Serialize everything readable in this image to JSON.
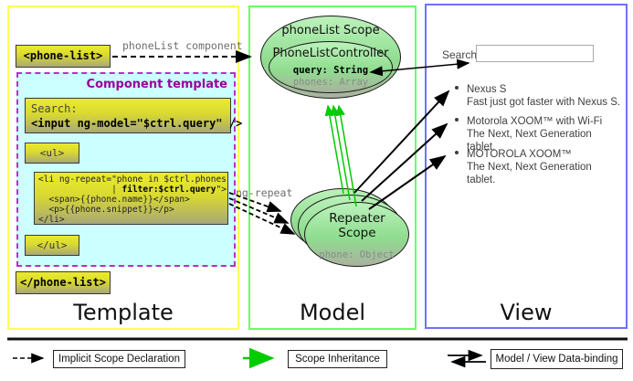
{
  "panels": {
    "template_label": "Template",
    "model_label": "Model",
    "view_label": "View"
  },
  "template": {
    "phone_list_open": "<phone-list>",
    "phone_list_close": "</phone-list>",
    "component_template_label": "Component template",
    "search_box": {
      "line1": "Search:",
      "line2": "<input ng-model=\"$ctrl.query\" />"
    },
    "ul_open": "<ul>",
    "ul_close": "</ul>",
    "li_box": {
      "line1": "<li ng-repeat=\"phone in $ctrl.phones",
      "line2_pre": "              | ",
      "line2_bold": "filter:$ctrl.query",
      "line2_post": "\">",
      "line3": "  <span>{{phone.name}}</span>",
      "line4": "  <p>{{phone.snippet}}</p>",
      "line5": "</li>"
    }
  },
  "model": {
    "scope_label": "phoneList Scope",
    "controller_label": "PhoneListController",
    "query_prop": "query: String",
    "phones_prop": "phones: Array",
    "repeater_label": "Repeater Scope",
    "phone_prop": "phone: Object"
  },
  "view": {
    "search_label": "Search:",
    "search_value": "",
    "items": [
      {
        "title": "Nexus S",
        "snippet": "Fast just got faster with Nexus S."
      },
      {
        "title": "Motorola XOOM™ with Wi-Fi",
        "snippet": "The Next, Next Generation tablet."
      },
      {
        "title": "MOTOROLA XOOM™",
        "snippet": "The Next, Next Generation tablet."
      }
    ]
  },
  "annotations": {
    "phonelist_component": "phoneList component",
    "ng_repeat": "ng-repeat"
  },
  "legend": {
    "implicit": "Implicit Scope Declaration",
    "inheritance": "Scope Inheritance",
    "databinding": "Model / View Data-binding"
  },
  "colors": {
    "template_border": "#ffff55",
    "model_border": "#66ff66",
    "view_border": "#7070ff",
    "component_template_bg": "#ccffff",
    "component_template_border": "#bb30bb",
    "component_template_label": "#990099",
    "code_box_top": "#ebeb2d",
    "code_box_bottom": "#a8a878",
    "scope_gradient_top": "#bcf2bc",
    "scope_gradient_bottom": "#a9b29f",
    "inheritance_arrow": "#00cc00",
    "arrow": "#000000",
    "muted_text": "#6e6e6e"
  }
}
